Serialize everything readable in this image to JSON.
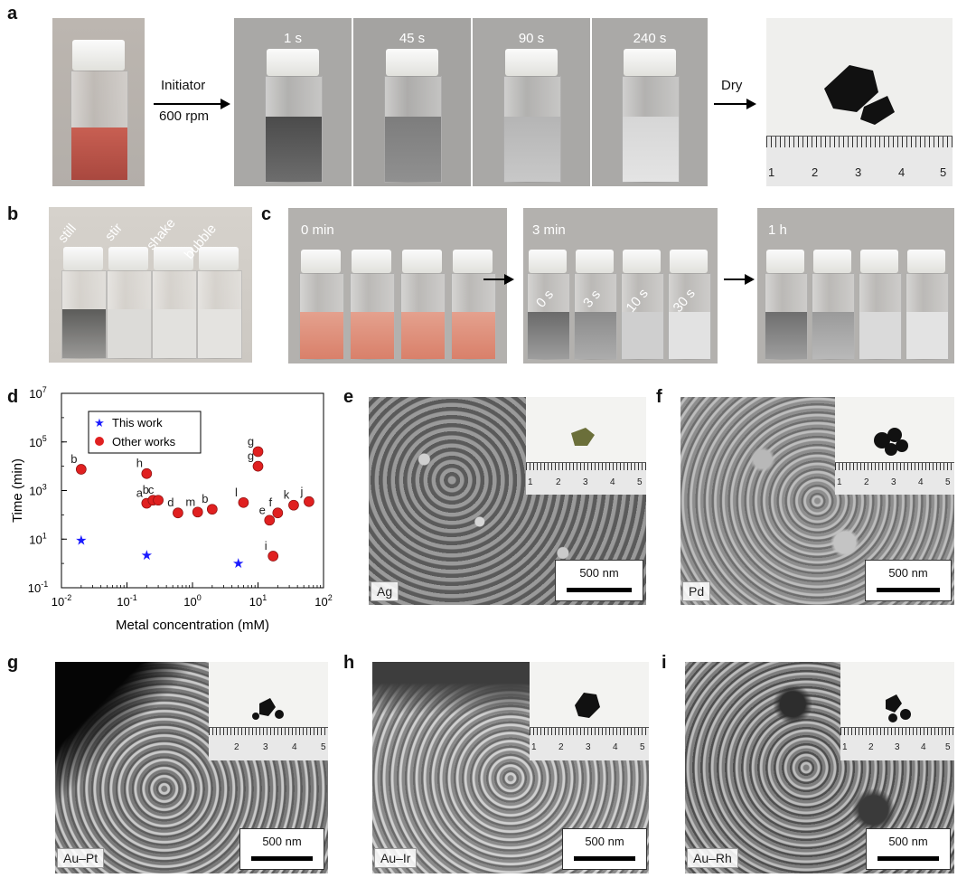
{
  "panels": {
    "a": {
      "label": "a",
      "times": [
        "1 s",
        "45 s",
        "90 s",
        "240 s"
      ],
      "arrow1_line1": "Initiator",
      "arrow1_line2": "600 rpm",
      "arrow2": "Dry",
      "ruler": [
        "1",
        "2",
        "3",
        "4",
        "5"
      ]
    },
    "b": {
      "label": "b",
      "vials": [
        "still",
        "stir",
        "shake",
        "bubble"
      ]
    },
    "c": {
      "label": "c",
      "stages": [
        "0 min",
        "3 min",
        "1 h"
      ],
      "vials_3min": [
        "0 s",
        "3 s",
        "10 s",
        "30 s"
      ]
    },
    "d": {
      "label": "d"
    },
    "e": {
      "label": "e",
      "sample": "Ag",
      "scale": "500 nm",
      "ruler": [
        "1",
        "2",
        "3",
        "4",
        "5"
      ]
    },
    "f": {
      "label": "f",
      "sample": "Pd",
      "scale": "500 nm",
      "ruler": [
        "1",
        "2",
        "3",
        "4",
        "5"
      ]
    },
    "g": {
      "label": "g",
      "sample": "Au–Pt",
      "scale": "500 nm",
      "ruler": [
        "2",
        "3",
        "4",
        "5"
      ]
    },
    "h": {
      "label": "h",
      "sample": "Au–Ir",
      "scale": "500 nm",
      "ruler": [
        "1",
        "2",
        "3",
        "4",
        "5"
      ]
    },
    "i": {
      "label": "i",
      "sample": "Au–Rh",
      "scale": "500 nm",
      "ruler": [
        "1",
        "2",
        "3",
        "4",
        "5"
      ]
    }
  },
  "chart_data": {
    "type": "scatter",
    "xlabel": "Metal concentration (mM)",
    "ylabel": "Time (min)",
    "xscale": "log",
    "yscale": "log",
    "xlim": [
      0.01,
      100
    ],
    "ylim": [
      0.1,
      10000000
    ],
    "xticks": [
      "10-2",
      "10-1",
      "100",
      "101",
      "102"
    ],
    "yticks": [
      "10-1",
      "101",
      "103",
      "105",
      "107"
    ],
    "legend_position": "top-left",
    "series": [
      {
        "name": "This work",
        "color": "#1a1aff",
        "marker": "star",
        "points": [
          [
            0.02,
            9
          ],
          [
            0.2,
            2.2
          ],
          [
            5,
            1
          ]
        ]
      },
      {
        "name": "Other works",
        "color": "#e02020",
        "marker": "circle",
        "points": [
          {
            "x": 0.02,
            "y": 7500,
            "label": "b"
          },
          {
            "x": 0.2,
            "y": 5000,
            "label": "h"
          },
          {
            "x": 0.2,
            "y": 300,
            "label": "a"
          },
          {
            "x": 0.25,
            "y": 400,
            "label": "b"
          },
          {
            "x": 0.3,
            "y": 400,
            "label": "c"
          },
          {
            "x": 0.6,
            "y": 120,
            "label": "d"
          },
          {
            "x": 1.2,
            "y": 130,
            "label": "m"
          },
          {
            "x": 2,
            "y": 170,
            "label": "b"
          },
          {
            "x": 10,
            "y": 40000,
            "label": "g"
          },
          {
            "x": 10,
            "y": 10000,
            "label": "g"
          },
          {
            "x": 6,
            "y": 320,
            "label": "l"
          },
          {
            "x": 15,
            "y": 60,
            "label": "e"
          },
          {
            "x": 20,
            "y": 120,
            "label": "f"
          },
          {
            "x": 35,
            "y": 250,
            "label": "k"
          },
          {
            "x": 60,
            "y": 350,
            "label": "j"
          },
          {
            "x": 17,
            "y": 2,
            "label": "i"
          }
        ]
      }
    ]
  }
}
